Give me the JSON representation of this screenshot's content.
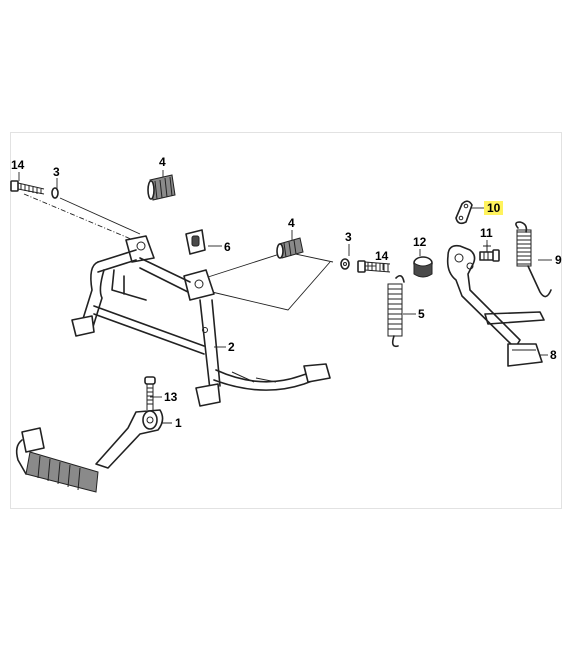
{
  "callouts": [
    {
      "id": "c14a",
      "text": "14"
    },
    {
      "id": "c3a",
      "text": "3"
    },
    {
      "id": "c4a",
      "text": "4"
    },
    {
      "id": "c6",
      "text": "6"
    },
    {
      "id": "c4b",
      "text": "4"
    },
    {
      "id": "c3b",
      "text": "3"
    },
    {
      "id": "c14b",
      "text": "14"
    },
    {
      "id": "c12",
      "text": "12"
    },
    {
      "id": "c11",
      "text": "11"
    },
    {
      "id": "c10",
      "text": "10"
    },
    {
      "id": "c9",
      "text": "9"
    },
    {
      "id": "c5",
      "text": "5"
    },
    {
      "id": "c2",
      "text": "2"
    },
    {
      "id": "c8",
      "text": "8"
    },
    {
      "id": "c13",
      "text": "13"
    },
    {
      "id": "c1",
      "text": "1"
    }
  ],
  "highlight": {
    "callout": "10",
    "color": "#fff35c"
  }
}
